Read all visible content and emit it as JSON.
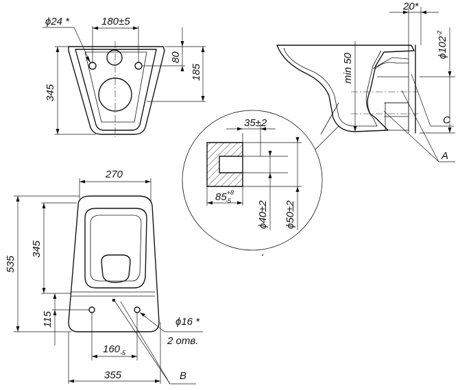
{
  "front_view": {
    "dim_hole_dia": "ϕ24 *",
    "dim_hole_spacing": "180±5",
    "dim_height": "345",
    "dim_top_80": "80",
    "dim_top_185": "185"
  },
  "side_view": {
    "dim_wall_20": "20*",
    "dim_outlet_prefix": "ϕ102",
    "dim_outlet_tol": "-2",
    "dim_min50": "min 50",
    "label_c": "C",
    "label_a": "A"
  },
  "detail_a": {
    "dim_35": "35±2",
    "dim_85_base": "85",
    "dim_85_upper": "+8",
    "dim_85_lower": "-5",
    "dim_40": "ϕ40±2",
    "dim_50": "ϕ50±2"
  },
  "top_view": {
    "dim_width_270": "270",
    "dim_length_535": "535",
    "dim_345": "345",
    "dim_115": "115",
    "dim_hole_dia": "ϕ16 *",
    "label_holes": "2 отв.",
    "dim_160_base": "160",
    "dim_160_tol": "-5",
    "dim_355": "355",
    "label_b": "B"
  }
}
